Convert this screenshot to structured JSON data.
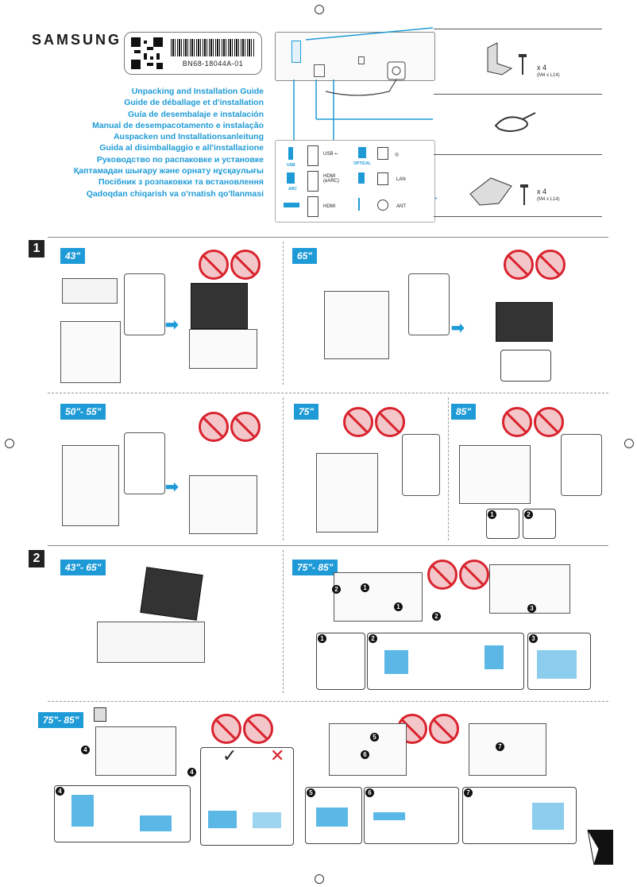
{
  "brand": "SAMSUNG",
  "code": "BN68-18044A-01",
  "titles": [
    "Unpacking and Installation Guide",
    "Guide de déballage et d'installation",
    "Guía de desembalaje e instalación",
    "Manual de desempacotamento e instalação",
    "Auspacken und Installationsanleitung",
    "Guida al disimballaggio e all'installazione",
    "Руководство по распаковке и установке",
    "Қаптамадан шығару және орнату нұсқаулығы",
    "Посібник з розпаковки та встановлення",
    "Qadoqdan chiqarish va o'rnatish qo'llanmasi"
  ],
  "ports": {
    "usb_blue": "USB",
    "usb": "USB ⭠",
    "optical": "OPTICAL",
    "arc": "ARC",
    "hdmi_earc": "HDMI (eARC)",
    "lan": "LAN",
    "hdmi": "HDMI",
    "ant": "ANT"
  },
  "accessories": {
    "stand_qty": "x 4",
    "stand_screw": "(M4 x L14)",
    "cover_qty": "x 4",
    "cover_screw": "(M4 x L14)"
  },
  "steps": {
    "s1": "1",
    "s2": "2"
  },
  "sizes": {
    "a": "43\"",
    "b": "65\"",
    "c": "50\"- 55\"",
    "d": "75\"",
    "e": "85\"",
    "f": "43\"- 65\"",
    "g": "75\"- 85\"",
    "h": "75\"- 85\""
  },
  "markers": {
    "m1": "1",
    "m2": "2",
    "m3": "3",
    "m4": "4",
    "m5": "5",
    "m6": "6",
    "m7": "7"
  },
  "verdict": {
    "ok": "✓",
    "no": "✕"
  },
  "colors": {
    "accent": "#1e9bd7",
    "prohibit": "#d9232e"
  }
}
